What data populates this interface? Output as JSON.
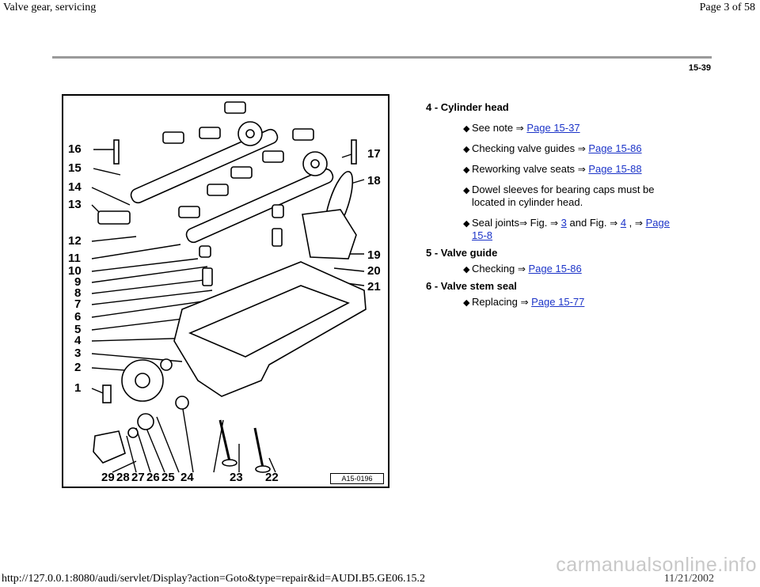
{
  "header": {
    "title": "Valve gear, servicing",
    "page_of": "Page 3 of 58"
  },
  "page_number": "15-39",
  "figure": {
    "code": "A15-0196",
    "callouts": [
      "16",
      "15",
      "14",
      "13",
      "12",
      "11",
      "10",
      "9",
      "8",
      "7",
      "6",
      "5",
      "4",
      "3",
      "2",
      "1",
      "17",
      "18",
      "19",
      "20",
      "21",
      "29",
      "28",
      "27",
      "26",
      "25",
      "24",
      "23",
      "22"
    ]
  },
  "items": [
    {
      "title": "4 - Cylinder head",
      "bullets": [
        {
          "text": "See note",
          "arrow": "⇒",
          "link": "Page 15-37"
        },
        {
          "text": "Checking valve guides",
          "arrow": "⇒",
          "link": "Page 15-86"
        },
        {
          "text": "Reworking valve seats",
          "arrow": "⇒",
          "link": "Page 15-88"
        },
        {
          "text": "Dowel sleeves for bearing caps must be located in cylinder head."
        },
        {
          "text": "Seal joints",
          "arrow": "⇒",
          "mid1": "Fig.",
          "ref1": "3",
          "mid2": "and Fig.",
          "ref2": "4",
          "sep": ",",
          "link": "Page 15-8"
        }
      ]
    },
    {
      "title": "5 - Valve guide",
      "bullets": [
        {
          "text": "Checking",
          "arrow": "⇒",
          "link": "Page 15-86"
        }
      ]
    },
    {
      "title": "6 - Valve stem seal",
      "bullets": [
        {
          "text": "Replacing",
          "arrow": "⇒",
          "link": "Page 15-77"
        }
      ]
    }
  ],
  "footer": {
    "url": "http://127.0.0.1:8080/audi/servlet/Display?action=Goto&type=repair&id=AUDI.B5.GE06.15.2",
    "date": "11/21/2002",
    "watermark": "carmanualsonline.info"
  },
  "colors": {
    "link": "#1c34c8",
    "rule": "#9a9a9a",
    "watermark": "#c8c8c8"
  }
}
